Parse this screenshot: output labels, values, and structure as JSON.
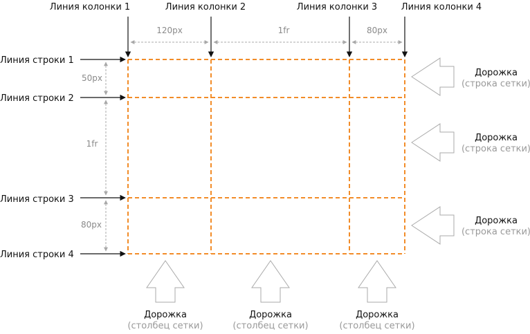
{
  "colors": {
    "grid_line": "#f28c28",
    "dimension": "#a8a8a8",
    "arrow": "#111111",
    "track_arrow_stroke": "#aaaaaa",
    "label_text": "#111111",
    "muted_text": "#999999"
  },
  "column_lines": [
    "Линия колонки 1",
    "Линия колонки 2",
    "Линия колонки 3",
    "Линия колонки 4"
  ],
  "row_lines": [
    "Линия строки 1",
    "Линия строки 2",
    "Линия строки 3",
    "Линия строки 4"
  ],
  "column_sizes": [
    "120px",
    "1fr",
    "80px"
  ],
  "row_sizes": [
    "50px",
    "1fr",
    "80px"
  ],
  "row_tracks": [
    {
      "title": "Дорожка",
      "subtitle": "(строка сетки)"
    },
    {
      "title": "Дорожка",
      "subtitle": "(строка сетки)"
    },
    {
      "title": "Дорожка",
      "subtitle": "(строка сетки)"
    }
  ],
  "column_tracks": [
    {
      "title": "Дорожка",
      "subtitle": "(столбец сетки)"
    },
    {
      "title": "Дорожка",
      "subtitle": "(столбец сетки)"
    },
    {
      "title": "Дорожка",
      "subtitle": "(столбец сетки)"
    }
  ]
}
